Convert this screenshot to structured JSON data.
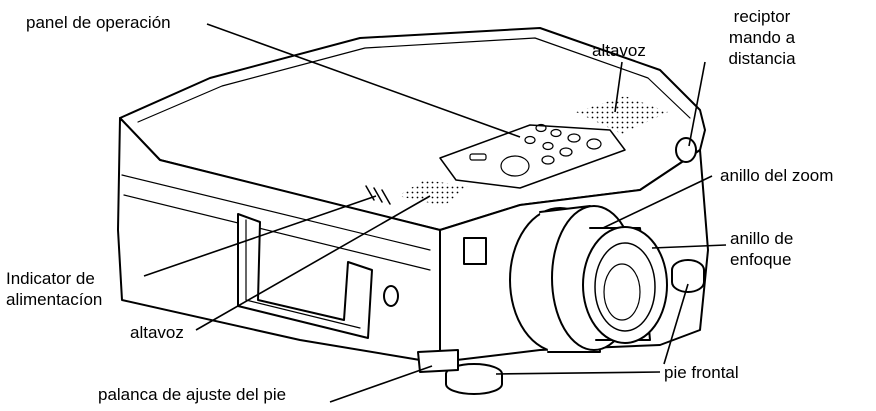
{
  "diagram": {
    "labels": {
      "control_panel": "panel de operación",
      "speaker_top": "altavoz",
      "remote_receiver": [
        "reciptor",
        "mando a",
        "distancia"
      ],
      "zoom_ring": "anillo del zoom",
      "focus_ring": [
        "anillo de",
        "enfoque"
      ],
      "power_indicator": [
        "Indicator de",
        "alimentacíon"
      ],
      "speaker_side": "altavoz",
      "front_foot": "pie frontal",
      "foot_lever": "palanca de ajuste del pie"
    }
  }
}
